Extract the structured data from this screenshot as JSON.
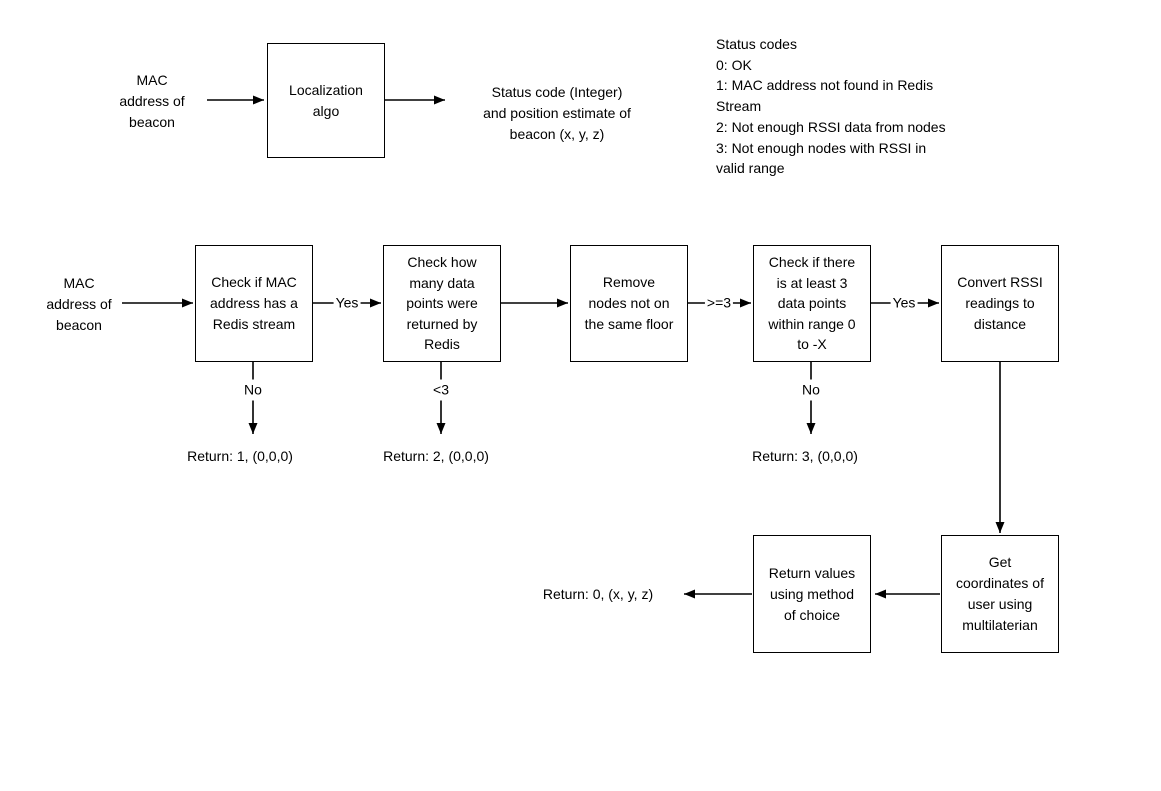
{
  "diagram": {
    "overview": {
      "input_label": "MAC\naddress of\nbeacon",
      "process_box": "Localization\nalgo",
      "output_label": "Status code (Integer)\nand position estimate of\nbeacon (x, y, z)",
      "legend": "Status codes\n0: OK\n1: MAC address not found in Redis\nStream\n2: Not enough RSSI data from nodes\n3: Not enough nodes with RSSI in\nvalid range"
    },
    "flow": {
      "input_label": "MAC\naddress of\nbeacon",
      "steps": {
        "check_mac": "Check if MAC\naddress has a\nRedis stream",
        "check_data_points": "Check how\nmany data\npoints were\nreturned by\nRedis",
        "remove_nodes": "Remove\nnodes not on\nthe same floor",
        "check_range": "Check if there\nis at least 3\ndata points\nwithin range 0\nto -X",
        "convert_rssi": "Convert RSSI\nreadings to\ndistance",
        "get_coordinates": "Get\ncoordinates of\nuser using\nmultilaterian",
        "return_values": "Return values\nusing method\nof choice"
      },
      "edge_labels": {
        "yes1": "Yes",
        "lt3": "<3",
        "ge3": ">=3",
        "yes2": "Yes",
        "no1": "No",
        "no2": "No"
      },
      "returns": {
        "r1": "Return: 1, (0,0,0)",
        "r2": "Return: 2, (0,0,0)",
        "r3": "Return: 3, (0,0,0)",
        "r0": "Return: 0, (x, y, z)"
      }
    },
    "colors": {
      "stroke": "#000000",
      "background": "#ffffff"
    }
  }
}
